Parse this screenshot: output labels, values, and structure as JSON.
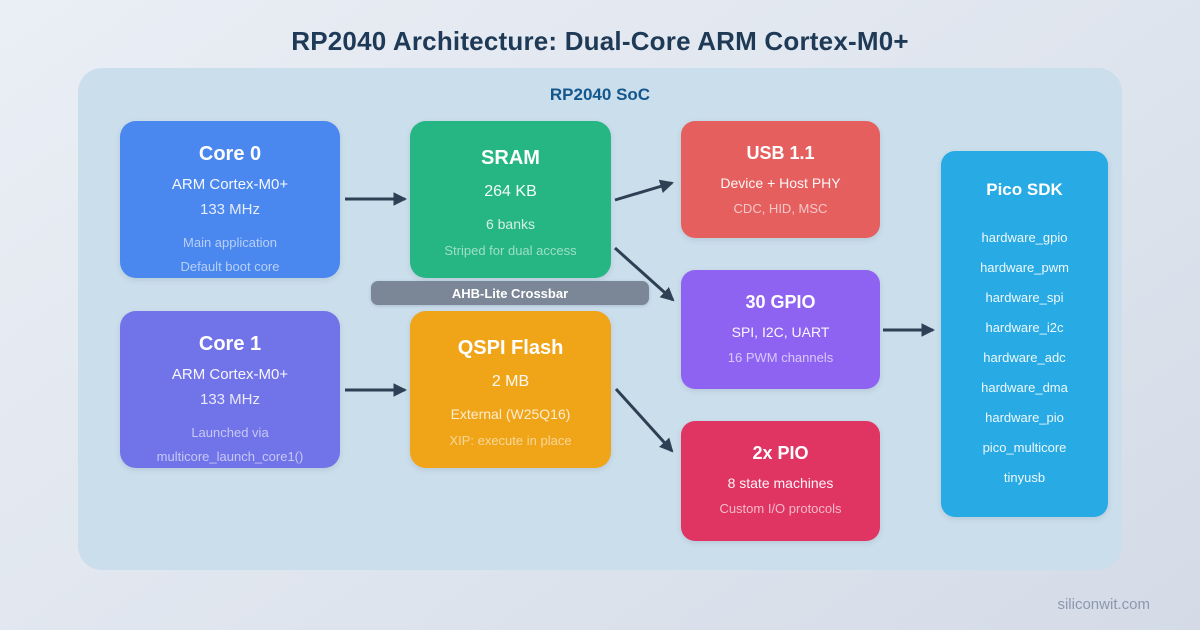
{
  "page": {
    "title": "RP2040 Architecture: Dual-Core ARM Cortex-M0+",
    "footer": "siliconwit.com"
  },
  "soc": {
    "label": "RP2040 SoC",
    "bg": "#cbdeec"
  },
  "blocks": {
    "core0": {
      "title": "Core 0",
      "line1": "ARM Cortex-M0+",
      "line2": "133 MHz",
      "note1": "Main application",
      "note2": "Default boot core",
      "color": "#4a87ee"
    },
    "core1": {
      "title": "Core 1",
      "line1": "ARM Cortex-M0+",
      "line2": "133 MHz",
      "note1": "Launched via",
      "note2": "multicore_launch_core1()",
      "color": "#7173e8"
    },
    "sram": {
      "title": "SRAM",
      "line1": "264 KB",
      "line2": "6 banks",
      "note1": "Striped for dual access",
      "color": "#26b683"
    },
    "crossbar": {
      "label": "AHB-Lite Crossbar",
      "color": "#7b8696"
    },
    "qspi": {
      "title": "QSPI Flash",
      "line1": "2 MB",
      "line2": "External (W25Q16)",
      "note1": "XIP: execute in place",
      "color": "#f0a418"
    },
    "usb": {
      "title": "USB 1.1",
      "line1": "Device + Host PHY",
      "note1": "CDC, HID, MSC",
      "color": "#e65f5f"
    },
    "gpio": {
      "title": "30 GPIO",
      "line1": "SPI, I2C, UART",
      "note1": "16 PWM channels",
      "color": "#8f63f2"
    },
    "pio": {
      "title": "2x PIO",
      "line1": "8 state machines",
      "note1": "Custom I/O protocols",
      "color": "#e03462"
    },
    "sdk": {
      "title": "Pico SDK",
      "libs": [
        "hardware_gpio",
        "hardware_pwm",
        "hardware_spi",
        "hardware_i2c",
        "hardware_adc",
        "hardware_dma",
        "hardware_pio",
        "pico_multicore",
        "tinyusb"
      ],
      "color": "#28aae4"
    }
  },
  "colors": {
    "arrow": "#2e4053",
    "title_text": "#1e3a56",
    "soc_label_text": "#14578c",
    "footer_text": "#8b99ad"
  }
}
